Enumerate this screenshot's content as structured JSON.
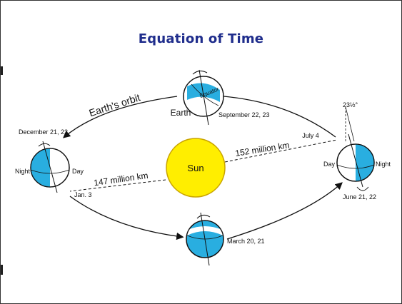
{
  "title": "Equation of Time",
  "colors": {
    "title": "#1f2d8c",
    "sun_fill": "#ffee00",
    "sun_stroke": "#c9a400",
    "ocean": "#29aee0",
    "line": "#111111"
  },
  "sun": {
    "label": "Sun"
  },
  "orbit": {
    "label": "Earth's orbit"
  },
  "distances": {
    "aphelion": "152 million km",
    "perihelion": "147 million km"
  },
  "dates": {
    "july": "July 4",
    "january": "Jan. 3"
  },
  "tilt": {
    "label": "23½°"
  },
  "globes": {
    "september": {
      "earth_label": "Earth",
      "equator_label": "Equator",
      "date": "September 22, 23"
    },
    "december": {
      "date": "December 21, 22",
      "night": "Night",
      "day": "Day"
    },
    "june": {
      "date": "June 21, 22",
      "day": "Day",
      "night": "Night"
    },
    "march": {
      "date": "March 20, 21"
    }
  }
}
